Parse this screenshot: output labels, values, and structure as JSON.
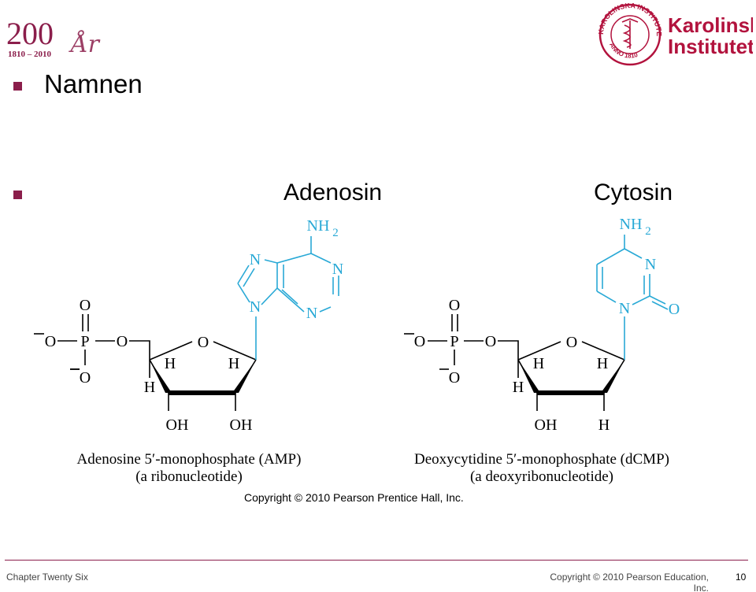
{
  "logos": {
    "anniversary": {
      "number": "200",
      "years": "1810 – 2010",
      "script": "År",
      "color": "#8b1e4b"
    },
    "institute": {
      "seal_text": "KAROLINSKA INSTITUTET",
      "seal_year": "ANNO 1810",
      "line1": "Karolinska",
      "line2": "Institutet",
      "color": "#b2123d"
    }
  },
  "slide": {
    "title": "Namnen",
    "label_adenosin": "Adenosin",
    "label_cytosin": "Cytosin",
    "bullet_color": "#8b1e4b"
  },
  "molecules": {
    "base_color": "#29a9d6",
    "amp": {
      "atoms": {
        "o_top": "O",
        "o_minus": "O",
        "p": "P",
        "o_bridge": "O",
        "o_bottom": "O",
        "o_ring": "O",
        "h1": "H",
        "h2": "H",
        "h3": "H",
        "oh1": "OH",
        "oh2": "OH",
        "nh2": "NH",
        "nh2_sub": "2",
        "n1": "N",
        "n3": "N",
        "n7": "N",
        "n9": "N"
      },
      "caption_line1": "Adenosine 5′-monophosphate (AMP)",
      "caption_line2": "(a ribonucleotide)"
    },
    "dcmp": {
      "atoms": {
        "o_top": "O",
        "o_minus": "O",
        "p": "P",
        "o_bridge": "O",
        "o_bottom": "O",
        "o_ring": "O",
        "h1": "H",
        "h2": "H",
        "h3": "H",
        "oh1": "OH",
        "h4": "H",
        "nh2": "NH",
        "nh2_sub": "2",
        "n3": "N",
        "n1": "N",
        "o2": "O"
      },
      "caption_line1": "Deoxycytidine 5′-monophosphate (dCMP)",
      "caption_line2": "(a deoxyribonucleotide)"
    }
  },
  "copyright": "Copyright © 2010 Pearson Prentice Hall, Inc.",
  "footer": {
    "chapter": "Chapter Twenty Six",
    "copyright_line1": "Copyright © 2010 Pearson Education,",
    "copyright_line2": "Inc.",
    "page": "10",
    "rule_color": "#8b1e4b"
  }
}
